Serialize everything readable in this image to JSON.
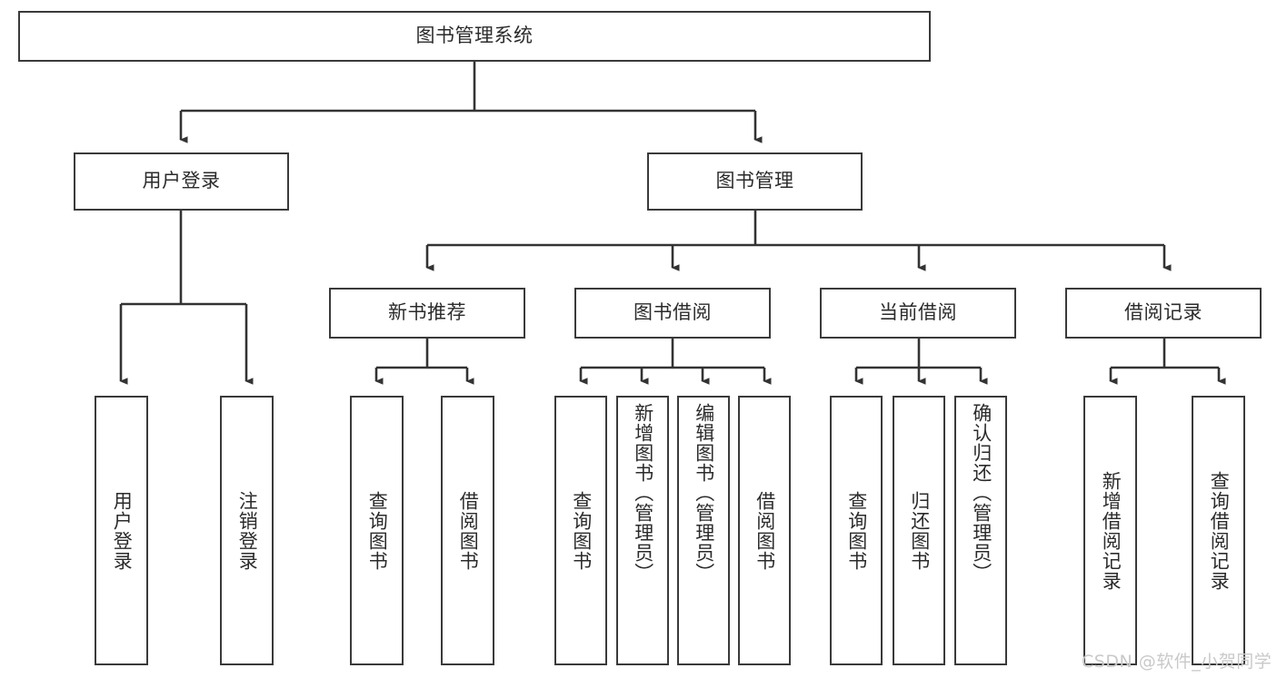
{
  "diagram": {
    "type": "tree-hierarchy",
    "title": "图书管理系统",
    "watermark": "CSDN @软件_小贺同学",
    "colors": {
      "box_border": "#3a3a3a",
      "box_fill": "#ffffff",
      "connector": "#333333",
      "text": "#2b2b2b",
      "watermark": "#c9c9c9",
      "background": "#ffffff"
    },
    "levels": {
      "root": {
        "label": "图书管理系统",
        "orientation": "horizontal"
      },
      "level2": [
        {
          "label": "用户登录",
          "orientation": "horizontal"
        },
        {
          "label": "图书管理",
          "orientation": "horizontal"
        }
      ],
      "level3": [
        {
          "label": "新书推荐",
          "orientation": "horizontal"
        },
        {
          "label": "图书借阅",
          "orientation": "horizontal"
        },
        {
          "label": "当前借阅",
          "orientation": "horizontal"
        },
        {
          "label": "借阅记录",
          "orientation": "horizontal"
        }
      ],
      "leaves": {
        "user_login": [
          {
            "label": "用户登录",
            "orientation": "vertical"
          },
          {
            "label": "注销登录",
            "orientation": "vertical"
          }
        ],
        "new_book_recommend": [
          {
            "label": "查询图书",
            "orientation": "vertical"
          },
          {
            "label": "借阅图书",
            "orientation": "vertical"
          }
        ],
        "book_borrow": [
          {
            "label": "查询图书",
            "orientation": "vertical"
          },
          {
            "label": "新增图书（管理员）",
            "orientation": "vertical"
          },
          {
            "label": "编辑图书（管理员）",
            "orientation": "vertical"
          },
          {
            "label": "借阅图书",
            "orientation": "vertical"
          }
        ],
        "current_borrow": [
          {
            "label": "查询图书",
            "orientation": "vertical"
          },
          {
            "label": "归还图书",
            "orientation": "vertical"
          },
          {
            "label": "确认归还（管理员）",
            "orientation": "vertical"
          }
        ],
        "borrow_record": [
          {
            "label": "新增借阅记录",
            "orientation": "vertical"
          },
          {
            "label": "查询借阅记录",
            "orientation": "vertical"
          }
        ]
      }
    }
  }
}
